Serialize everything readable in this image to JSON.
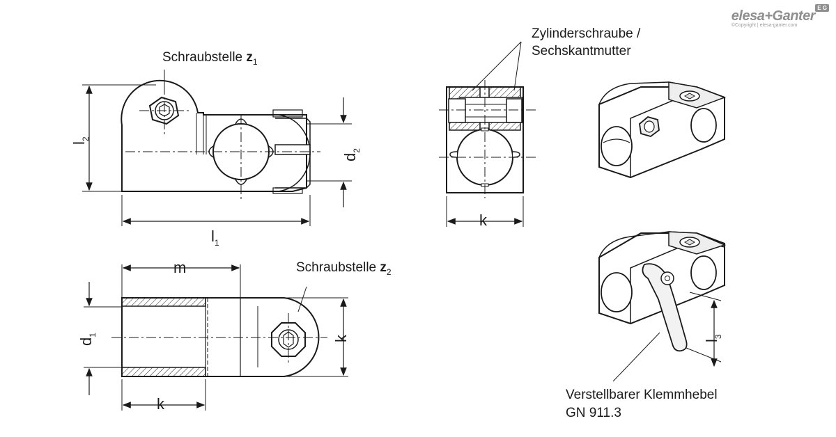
{
  "brand": {
    "name": "elesa+Ganter",
    "badge": "E G",
    "copyright": "©Copyright | elesa-ganter.com"
  },
  "labels": {
    "z1_label": "Schraubstelle",
    "z1_symbol": "z",
    "z1_index": "1",
    "z2_label": "Schraubstelle",
    "z2_symbol": "z",
    "z2_index": "2",
    "screw_line1": "Zylinderschraube /",
    "screw_line2": "Sechskantmutter",
    "lever_line1": "Verstellbarer Klemmhebel",
    "lever_line2": "GN 911.3"
  },
  "dimensions": {
    "l1": "l",
    "l1_sub": "1",
    "l2": "l",
    "l2_sub": "2",
    "l3": "l",
    "l3_sub": "3",
    "d1": "d",
    "d1_sub": "1",
    "d2": "d",
    "d2_sub": "2",
    "k_front": "k",
    "k_bottom": "k",
    "k_right": "k",
    "m": "m"
  }
}
